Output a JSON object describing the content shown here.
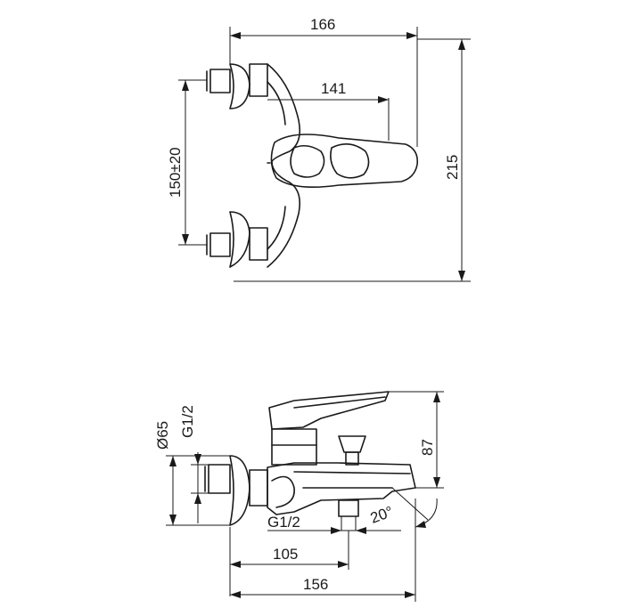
{
  "dimensions": {
    "top_width": "166",
    "handle_offset": "141",
    "center_distance": "150±20",
    "total_height": "215",
    "flange_diameter": "Ø65",
    "inlet_thread_left": "G1/2",
    "total_height_side": "87",
    "outlet_thread_bottom": "G1/2",
    "spout_angle": "20°",
    "outlet_distance": "105",
    "total_length": "156"
  }
}
